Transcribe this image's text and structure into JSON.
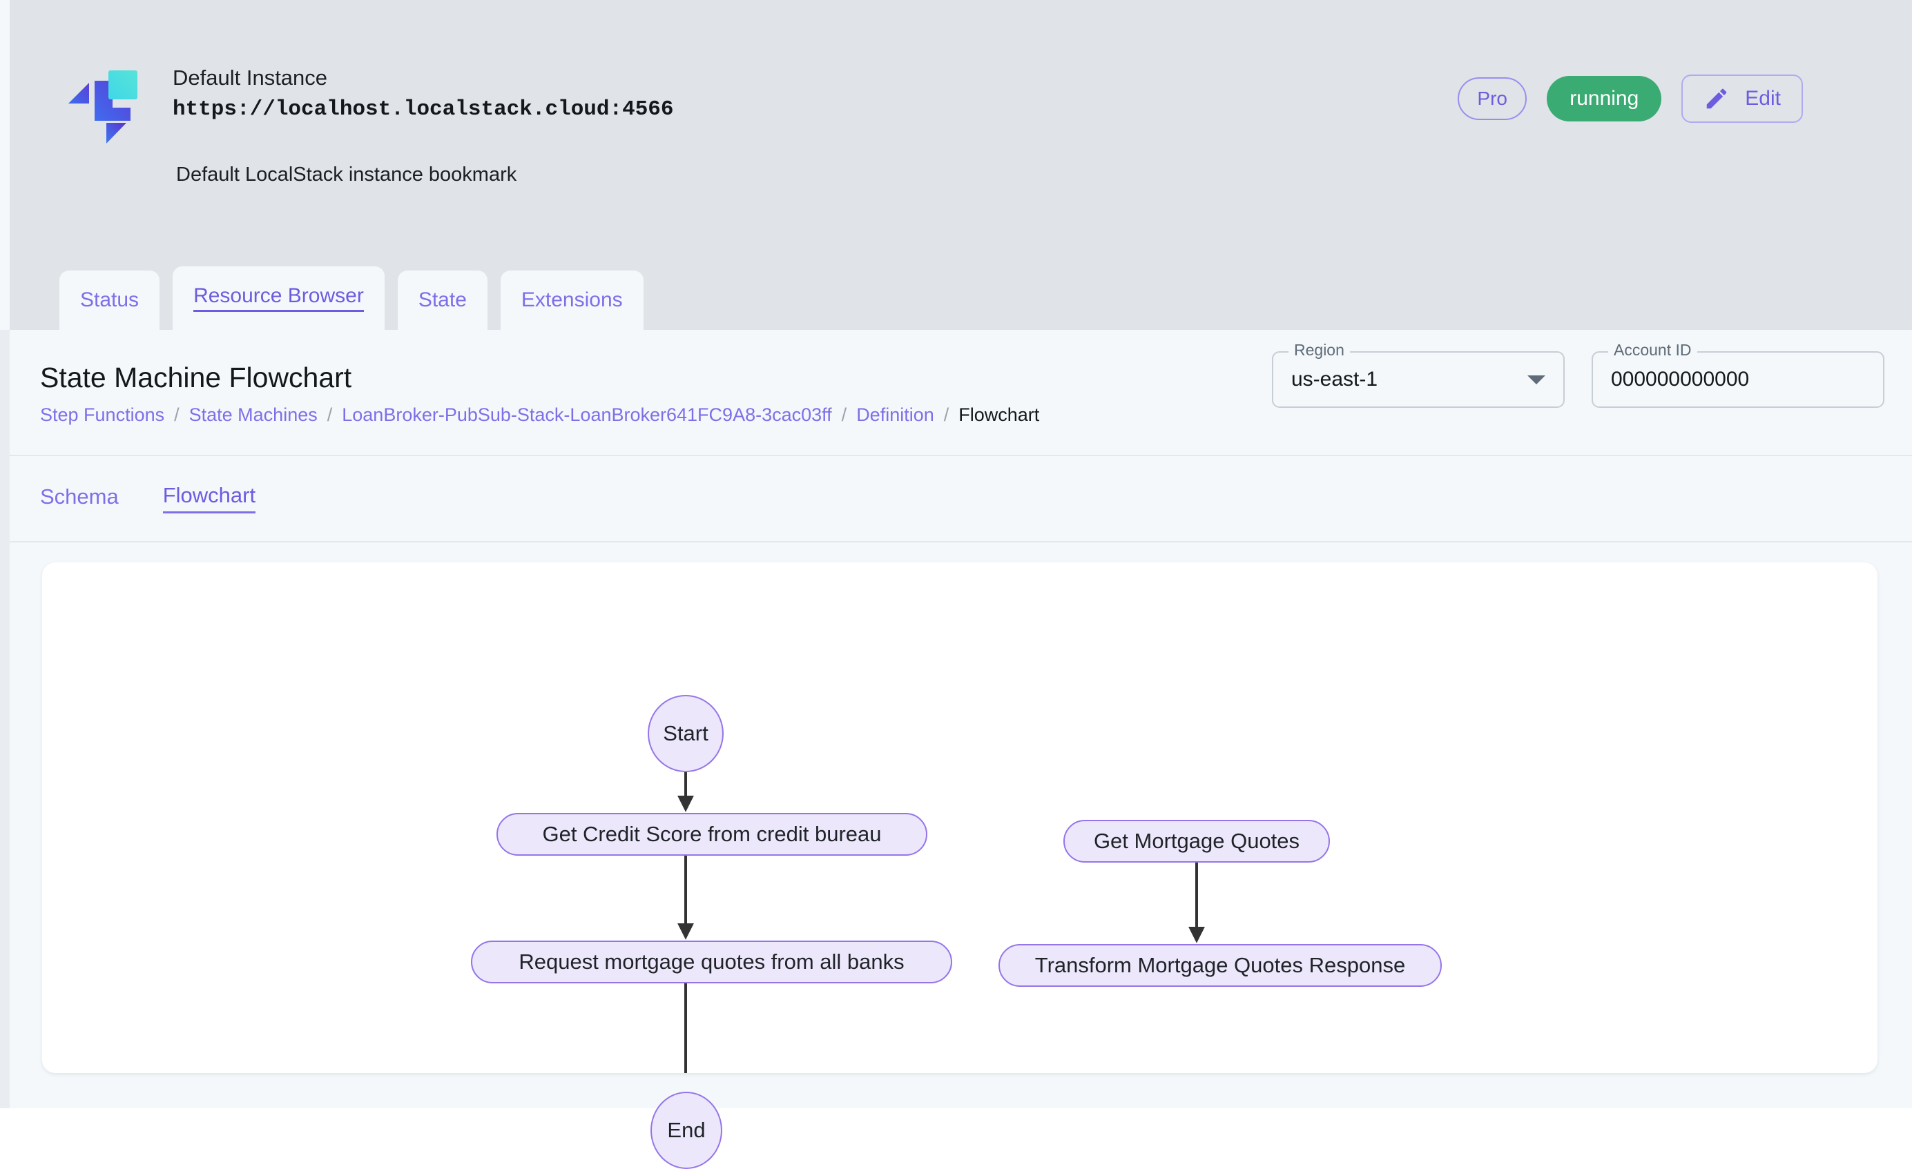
{
  "header": {
    "logo_icon": "localstack-logo-icon",
    "instance_name": "Default Instance",
    "instance_url": "https://localhost.localstack.cloud:4566",
    "instance_description": "Default LocalStack instance bookmark",
    "pro_badge": "Pro",
    "status": "running",
    "edit_label": "Edit",
    "edit_icon": "pencil-icon",
    "status_color": "#3aab72",
    "accent_color": "#6d5ce0"
  },
  "tabs": [
    {
      "label": "Status",
      "active": false
    },
    {
      "label": "Resource Browser",
      "active": true
    },
    {
      "label": "State",
      "active": false
    },
    {
      "label": "Extensions",
      "active": false
    }
  ],
  "page": {
    "title": "State Machine Flowchart",
    "breadcrumb": [
      {
        "label": "Step Functions",
        "current": false
      },
      {
        "label": "State Machines",
        "current": false
      },
      {
        "label": "LoanBroker-PubSub-Stack-LoanBroker641FC9A8-3cac03ff",
        "current": false
      },
      {
        "label": "Definition",
        "current": false
      },
      {
        "label": "Flowchart",
        "current": true
      }
    ],
    "breadcrumb_separator": "/"
  },
  "region_field": {
    "label": "Region",
    "value": "us-east-1",
    "caret_icon": "chevron-down-icon"
  },
  "account_field": {
    "label": "Account ID",
    "value": "000000000000"
  },
  "subtabs": [
    {
      "label": "Schema",
      "active": false
    },
    {
      "label": "Flowchart",
      "active": true
    }
  ],
  "chart_data": {
    "type": "diagram",
    "title": "State Machine Flowchart",
    "node_fill": "#ece7fb",
    "node_stroke": "#9575e8",
    "edge_color": "#333333",
    "nodes": [
      {
        "id": "start",
        "label": "Start",
        "shape": "ellipse"
      },
      {
        "id": "credit",
        "label": "Get Credit Score from credit bureau",
        "shape": "rounded"
      },
      {
        "id": "request",
        "label": "Request mortgage quotes from all banks",
        "shape": "rounded"
      },
      {
        "id": "end",
        "label": "End",
        "shape": "ellipse"
      },
      {
        "id": "getq",
        "label": "Get Mortgage Quotes",
        "shape": "rounded"
      },
      {
        "id": "transq",
        "label": "Transform Mortgage Quotes Response",
        "shape": "rounded"
      }
    ],
    "edges": [
      {
        "from": "start",
        "to": "credit",
        "arrow": true
      },
      {
        "from": "credit",
        "to": "request",
        "arrow": true
      },
      {
        "from": "request",
        "to": "end",
        "arrow": true
      },
      {
        "from": "getq",
        "to": "transq",
        "arrow": true
      }
    ]
  }
}
